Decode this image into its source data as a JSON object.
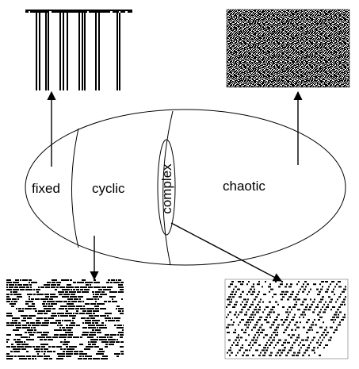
{
  "diagram": {
    "regions": {
      "fixed": "fixed",
      "cyclic": "cyclic",
      "complex": "complex",
      "chaotic": "chaotic"
    },
    "thumbnails": {
      "fixed": "fixed-pattern",
      "chaotic": "chaotic-pattern",
      "cyclic": "cyclic-pattern",
      "complex": "complex-pattern"
    },
    "colors": {
      "ink": "#000000",
      "paper": "#ffffff"
    }
  }
}
